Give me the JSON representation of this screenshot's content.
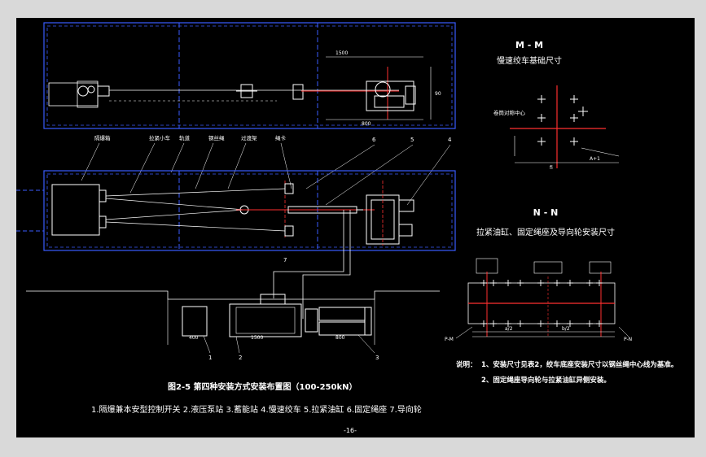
{
  "section_mm": {
    "title": "M - M",
    "subtitle": "慢速绞车基础尺寸",
    "label_axis": "卷筒对称中心",
    "label_ai": "A+1",
    "label_fi": "fi"
  },
  "section_nn": {
    "title": "N - N",
    "subtitle": "拉紧油缸、固定绳座及导向轮安装尺寸",
    "label_pm": "P-M",
    "label_pn": "P-N",
    "label_a2": "a/2",
    "label_b2": "b/2"
  },
  "plan_top": {
    "dim_1": "1500",
    "dim_2": "800",
    "dim_3": "90"
  },
  "plan_mid": {
    "callouts": [
      "隔爆箱",
      "拉紧小车",
      "轨道",
      "钢丝绳",
      "过渡架",
      "绳卡"
    ],
    "numbers": [
      "6",
      "5",
      "4",
      "7"
    ]
  },
  "lower": {
    "numbers": [
      "1",
      "2",
      "3"
    ],
    "dim_left": "400",
    "dim_mid": "1500",
    "dim_right": "800"
  },
  "notes": {
    "heading": "说明：",
    "line1": "1、安装尺寸见表2，绞车底座安装尺寸以钢丝绳中心线为基准。",
    "line2": "2、固定绳座导向轮与拉紧油缸异侧安装。"
  },
  "figure": {
    "title": "图2-5   第四种安装方式安装布置图（100-250kN）",
    "legend": "1.隔爆兼本安型控制开关 2.液压泵站 3.蓄能站 4.慢速绞车 5.拉紧油缸 6.固定绳座 7.导向轮",
    "page": "-16-"
  }
}
